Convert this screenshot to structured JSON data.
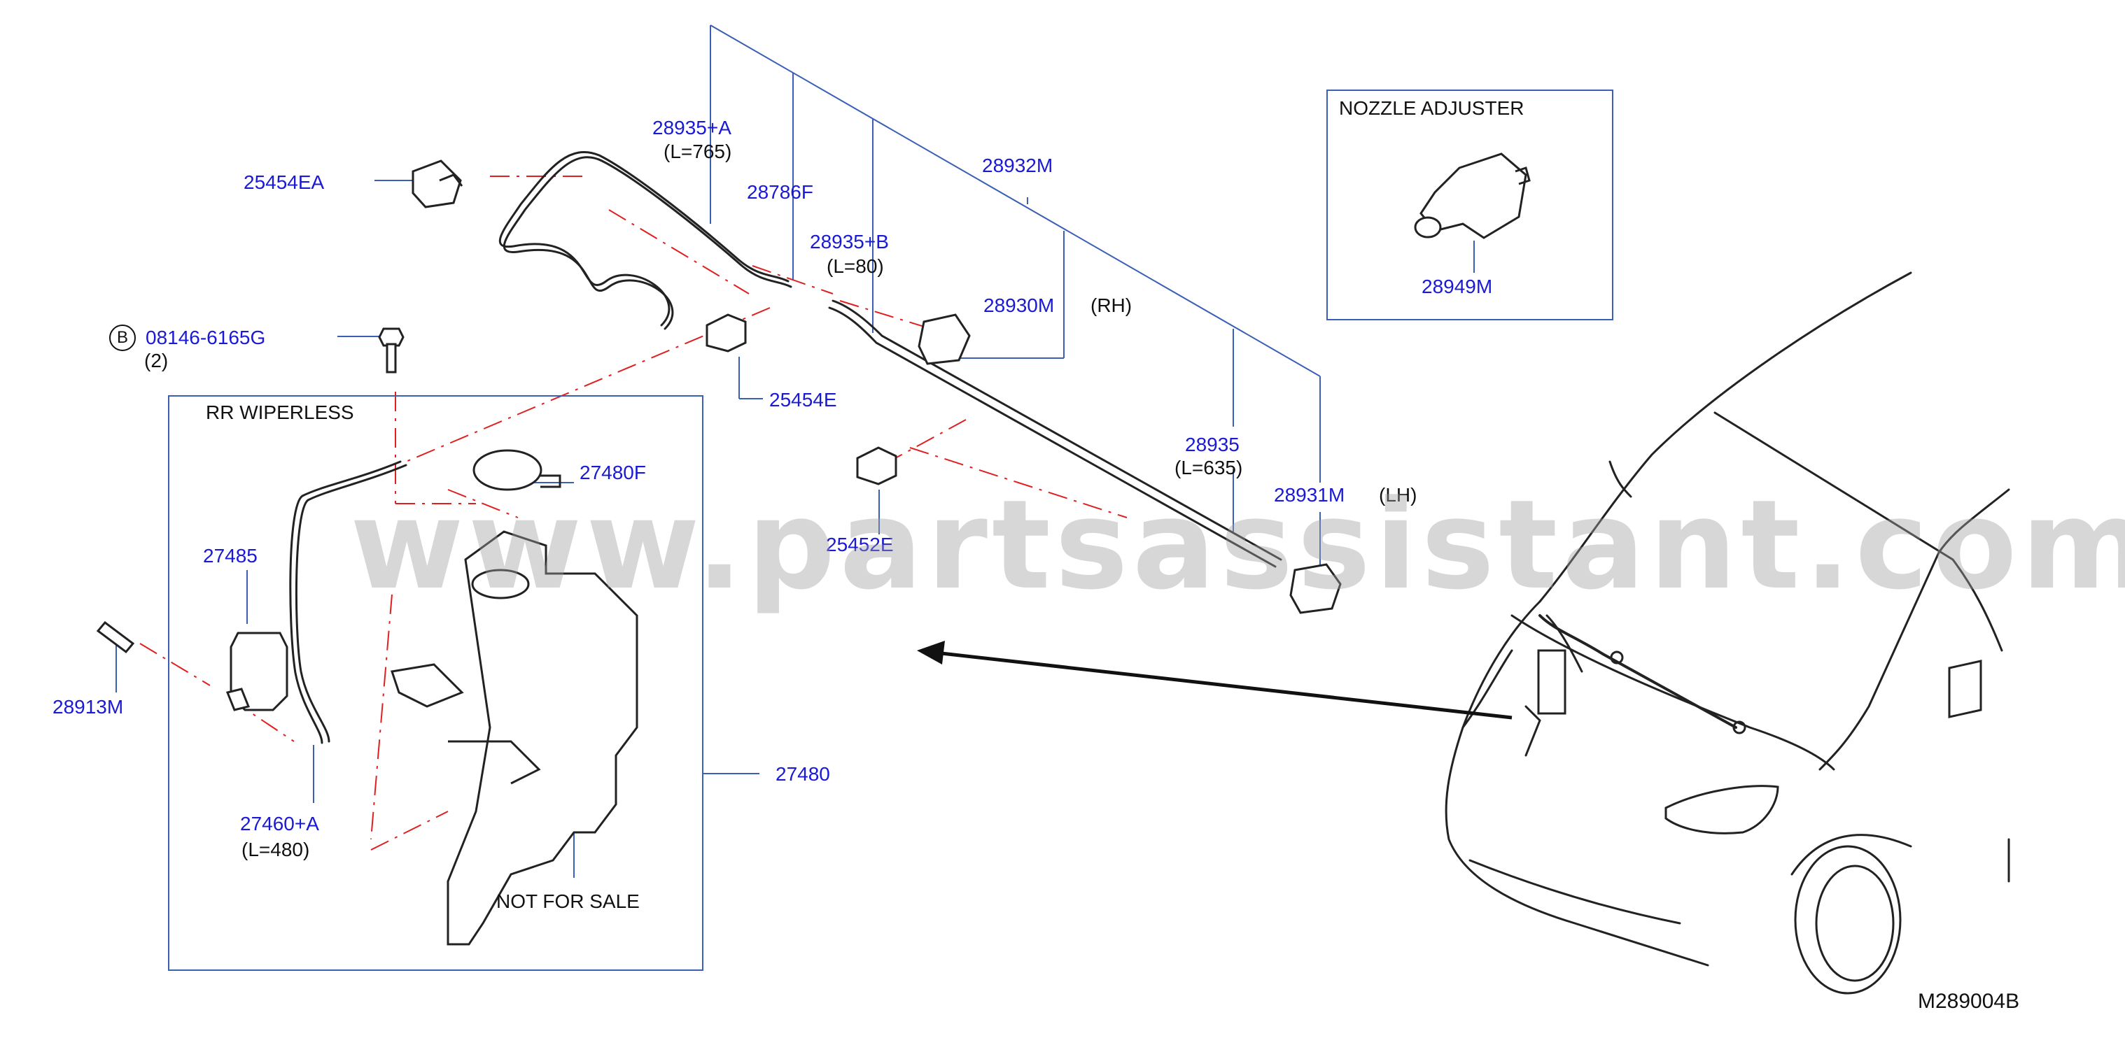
{
  "watermark": "www.partsassistant.com",
  "diagram_id": "M289004B",
  "boxes": {
    "nozzle_adjuster": "NOZZLE   ADJUSTER",
    "rr_wiperless": "RR   WIPERLESS"
  },
  "parts": {
    "p28935A": "28935+A",
    "p28935A_len": "(L=765)",
    "p28786F": "28786F",
    "p28932M": "28932M",
    "p25454EA": "25454EA",
    "p28935B": "28935+B",
    "p28935B_len": "(L=80)",
    "p28930M": "28930M",
    "p28930M_side": "(RH)",
    "p08146": "08146-6165G",
    "p08146_qty": "(2)",
    "p08146_ref": "B",
    "p25454E": "25454E",
    "p27480F": "27480F",
    "p28935": "28935",
    "p28935_len": "(L=635)",
    "p28931M": "28931M",
    "p28931M_side": "(LH)",
    "p27485": "27485",
    "p25452E": "25452E",
    "p28913M": "28913M",
    "p27480": "27480",
    "p27460A": "27460+A",
    "p27460A_len": "(L=480)",
    "p28949M": "28949M",
    "not_for_sale": "NOT   FOR   SALE"
  },
  "colors": {
    "part_number": "#1a1ad6",
    "leader_line": "#3a5fb5",
    "dash_line": "#e02020",
    "drawing": "#222222"
  }
}
